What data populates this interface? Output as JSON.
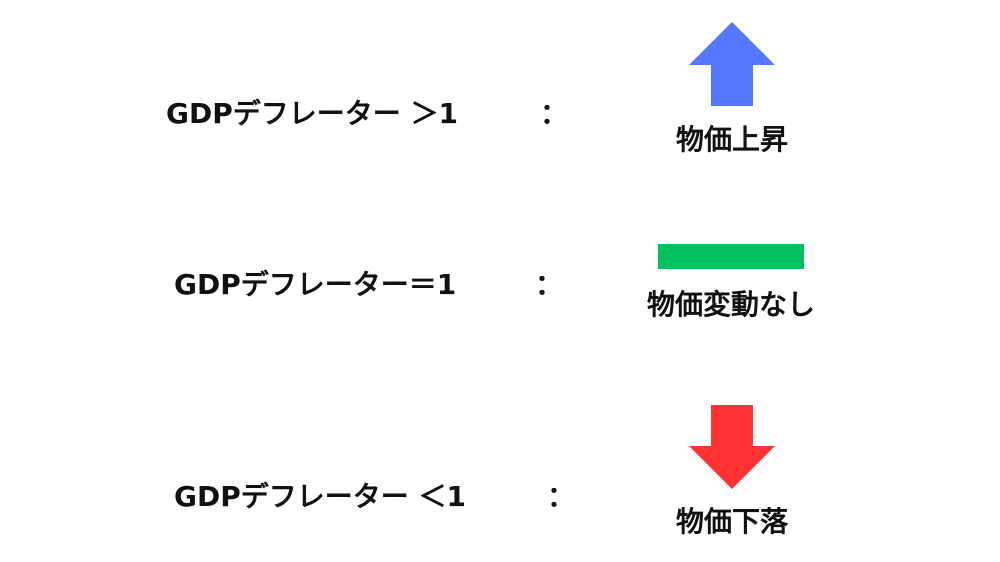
{
  "rows": [
    {
      "label": "GDPデフレーター ＞1",
      "colon": "：",
      "result": "物価上昇",
      "indicator": "up-arrow",
      "color": "#5577ff"
    },
    {
      "label": "GDPデフレーター＝1",
      "colon": "：",
      "result": "物価変動なし",
      "indicator": "flat-bar",
      "color": "#00c060"
    },
    {
      "label": "GDPデフレーター ＜1",
      "colon": "：",
      "result": "物価下落",
      "indicator": "down-arrow",
      "color": "#ff3333"
    }
  ]
}
